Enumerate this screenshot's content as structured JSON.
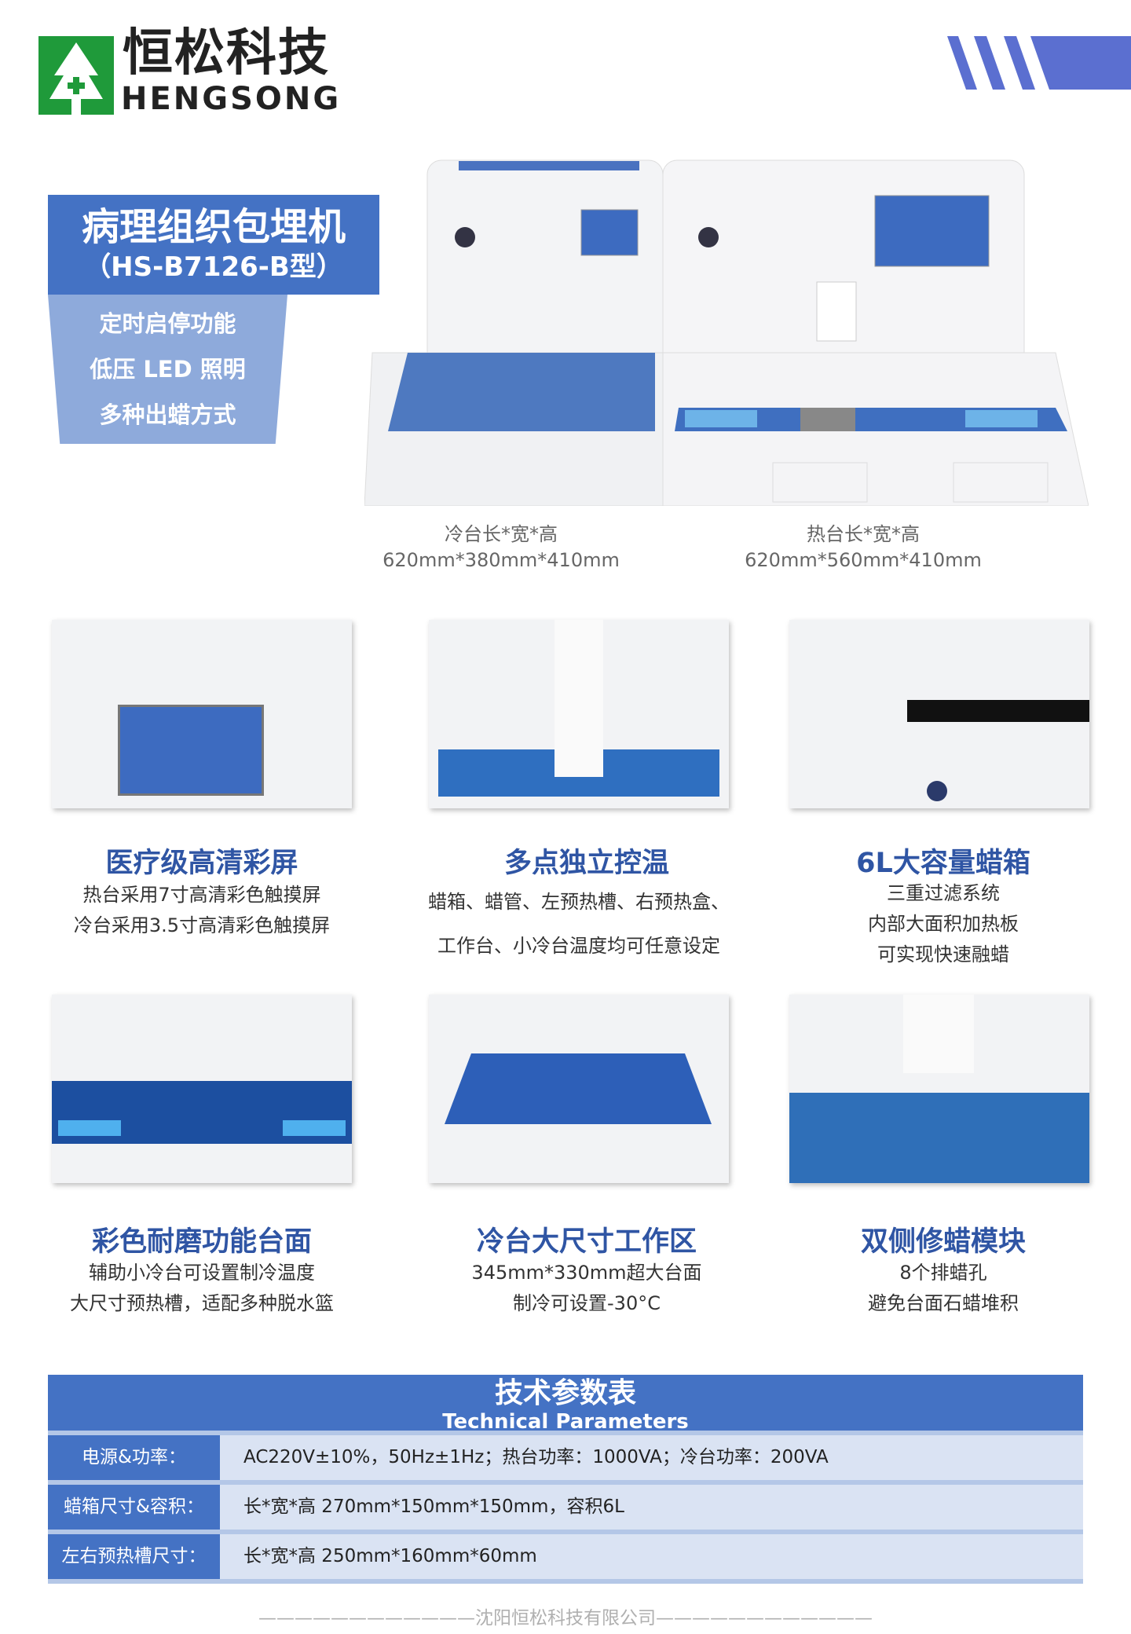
{
  "brand": {
    "cn": "恒松科技",
    "en": "HENGSONG"
  },
  "product": {
    "title": "病理组织包埋机",
    "model": "（HS-B7126-B型）",
    "features": [
      "定时启停功能",
      "低压 LED 照明",
      "多种出蜡方式"
    ]
  },
  "dimensions": [
    {
      "label": "冷台长*宽*高",
      "value": "620mm*380mm*410mm"
    },
    {
      "label": "热台长*宽*高",
      "value": "620mm*560mm*410mm"
    }
  ],
  "highlights": [
    {
      "title": "医疗级高清彩屏",
      "lines": [
        "热台采用7寸高清彩色触摸屏",
        "冷台采用3.5寸高清彩色触摸屏"
      ]
    },
    {
      "title": "多点独立控温",
      "lines": [
        "蜡箱、蜡管、左预热槽、右预热盒、",
        "工作台、小冷台温度均可任意设定"
      ]
    },
    {
      "title": "6L大容量蜡箱",
      "lines": [
        "三重过滤系统",
        "内部大面积加热板",
        "可实现快速融蜡"
      ]
    },
    {
      "title": "彩色耐磨功能台面",
      "lines": [
        "辅助小冷台可设置制冷温度",
        "大尺寸预热槽，适配多种脱水篮"
      ]
    },
    {
      "title": "冷台大尺寸工作区",
      "lines": [
        "345mm*330mm超大台面",
        "制冷可设置-30°C"
      ]
    },
    {
      "title": "双侧修蜡模块",
      "lines": [
        "8个排蜡孔",
        "避免台面石蜡堆积"
      ]
    }
  ],
  "params": {
    "title": "技术参数表",
    "subtitle": "Technical Parameters",
    "rows": [
      {
        "label": "电源&功率：",
        "value": "AC220V±10%，50Hz±1Hz；热台功率：1000VA；冷台功率：200VA"
      },
      {
        "label": "蜡箱尺寸&容积：",
        "value": "长*宽*高 270mm*150mm*150mm，容积6L"
      },
      {
        "label": "左右预热槽尺寸：",
        "value": "长*宽*高 250mm*160mm*60mm"
      }
    ]
  },
  "footer": "————————————沈阳恒松科技有限公司————————————"
}
